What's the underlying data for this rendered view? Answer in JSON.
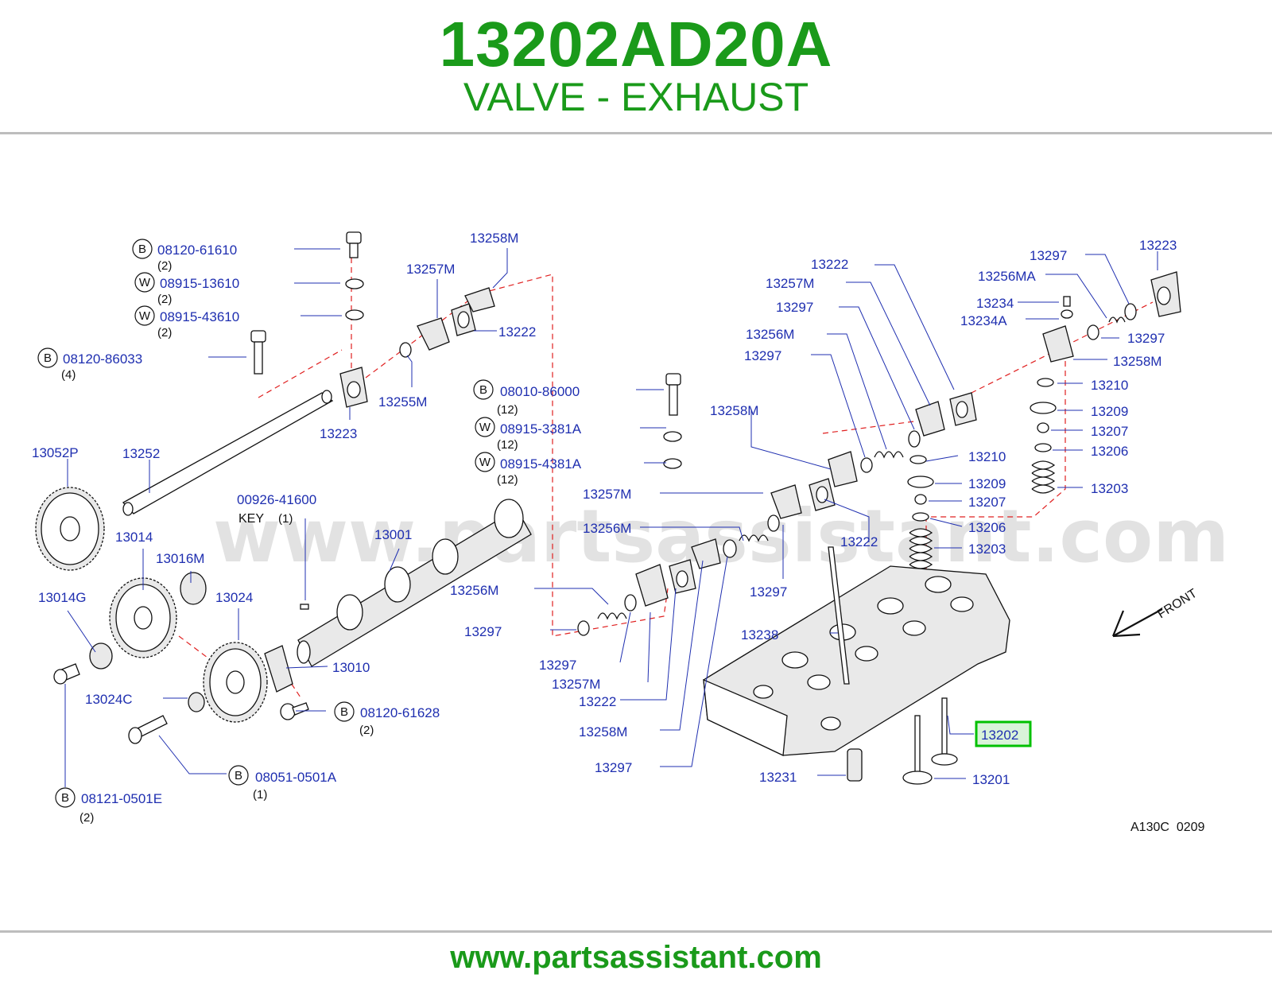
{
  "header": {
    "part_number": "13202AD20A",
    "description": "VALVE - EXHAUST"
  },
  "footer": {
    "url": "www.partsassistant.com"
  },
  "watermark": "www.partsassistant.com",
  "diagram_code": "A130C  0209",
  "front_label": "FRONT",
  "colors": {
    "accent_green": "#1a9a1a",
    "label_blue": "#1f2fb0",
    "guide_red": "#e02020",
    "highlight_box": "#00c000",
    "highlight_fill": "#d9f3d9"
  },
  "highlight": {
    "label": "13202"
  },
  "left_top": {
    "b1": {
      "circle": "B",
      "code": "08120-61610",
      "qty": "(2)"
    },
    "w1": {
      "circle": "W",
      "code": "08915-13610",
      "qty": "(2)"
    },
    "w2": {
      "circle": "W",
      "code": "08915-43610",
      "qty": "(2)"
    },
    "b2": {
      "circle": "B",
      "code": "08120-86033",
      "qty": "(4)"
    },
    "p13258m": "13258M",
    "p13257m": "13257M",
    "p13222": "13222",
    "p13255m": "13255M",
    "p13223": "13223",
    "p13252": "13252",
    "p13052p": "13052P"
  },
  "middle": {
    "b3": {
      "circle": "B",
      "code": "08010-86000",
      "qty": "(12)"
    },
    "w3": {
      "circle": "W",
      "code": "08915-3381A",
      "qty": "(12)"
    },
    "w4": {
      "circle": "W",
      "code": "08915-4381A",
      "qty": "(12)"
    },
    "key_code": "00926-41600",
    "key_label": "KEY",
    "key_qty": "(1)",
    "p13001": "13001",
    "p13014": "13014",
    "p13016m": "13016M",
    "p13024": "13024",
    "p13014g": "13014G",
    "p13010": "13010",
    "p13024c": "13024C",
    "b4": {
      "circle": "B",
      "code": "08120-61628",
      "qty": "(2)"
    },
    "b5": {
      "circle": "B",
      "code": "08051-0501A",
      "qty": "(1)"
    },
    "b6": {
      "circle": "B",
      "code": "08121-0501E",
      "qty": "(2)"
    }
  },
  "center": {
    "p13257m_a": "13257M",
    "p13256m_a": "13256M",
    "p13256m_b": "13256M",
    "p13297_a": "13297",
    "p13297_b": "13297",
    "p13257m_b": "13257M",
    "p13222_a": "13222",
    "p13258m_a": "13258M",
    "p13297_c": "13297",
    "p13258m_b": "13258M",
    "p13297_d": "13297",
    "p13222_b": "13222",
    "p13238": "13238",
    "p13231": "13231",
    "p13201": "13201"
  },
  "right": {
    "p13222": "13222",
    "p13257m": "13257M",
    "p13297_a": "13297",
    "p13256m": "13256M",
    "p13297_b": "13297",
    "p13297_c": "13297",
    "p13223": "13223",
    "p13256ma": "13256MA",
    "p13234": "13234",
    "p13234a": "13234A",
    "p13297_d": "13297",
    "p13258m": "13258M",
    "p13210_a": "13210",
    "p13209_a": "13209",
    "p13207_a": "13207",
    "p13206_a": "13206",
    "p13203_a": "13203",
    "p13210_b": "13210",
    "p13209_b": "13209",
    "p13207_b": "13207",
    "p13206_b": "13206",
    "p13203_b": "13203"
  }
}
